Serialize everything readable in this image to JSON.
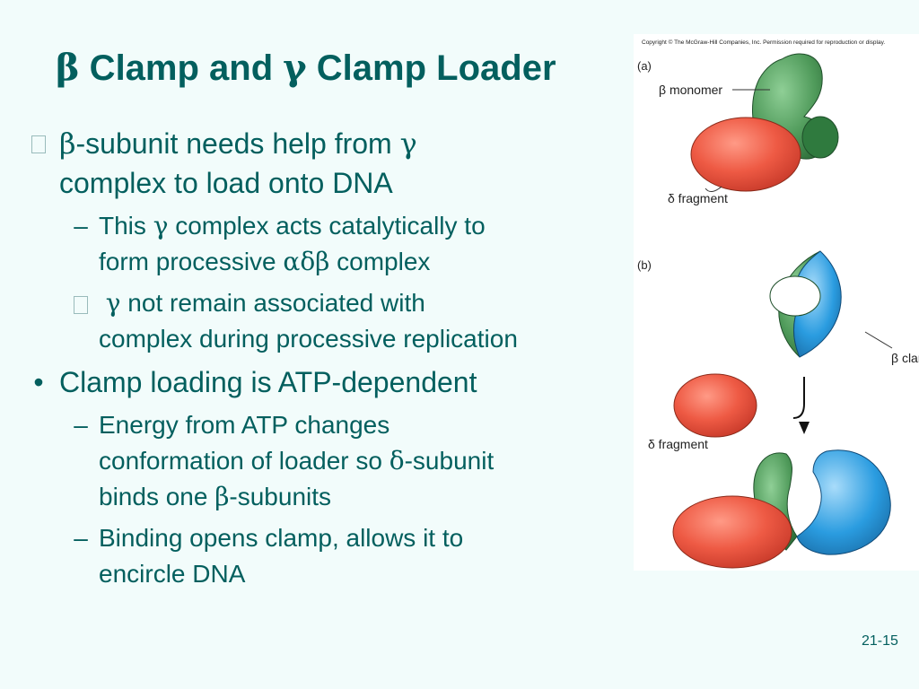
{
  "title": {
    "greek1": "β",
    "part1": " Clamp and ",
    "greek2": "γ",
    "part2": " Clamp Loader"
  },
  "bullets": [
    {
      "level": 1,
      "marker": "",
      "lines": [
        [
          {
            "g": "β"
          },
          {
            "t": "-subunit needs help from "
          },
          {
            "g": "γ"
          }
        ],
        [
          {
            "t": "complex to load onto DNA"
          }
        ]
      ]
    },
    {
      "level": 2,
      "marker": "–",
      "lines": [
        [
          {
            "t": "This "
          },
          {
            "g": "γ"
          },
          {
            "t": " complex acts catalytically to"
          }
        ],
        [
          {
            "t": "form processive "
          },
          {
            "g": "αδβ"
          },
          {
            "t": " complex"
          }
        ]
      ]
    },
    {
      "level": 2,
      "marker": "",
      "lines": [
        [
          {
            "t": " "
          },
          {
            "g": "γ"
          },
          {
            "t": " not remain associated with"
          }
        ],
        [
          {
            "t": "complex during processive replication"
          }
        ]
      ]
    },
    {
      "level": 1,
      "marker": "•",
      "lines": [
        [
          {
            "t": "Clamp loading is ATP-dependent"
          }
        ]
      ]
    },
    {
      "level": 2,
      "marker": "–",
      "lines": [
        [
          {
            "t": "Energy from ATP changes"
          }
        ],
        [
          {
            "t": "conformation of loader so "
          },
          {
            "g": "δ"
          },
          {
            "t": "-subunit"
          }
        ],
        [
          {
            "t": "binds one "
          },
          {
            "g": "β"
          },
          {
            "t": "-subunits"
          }
        ]
      ]
    },
    {
      "level": 2,
      "marker": "–",
      "lines": [
        [
          {
            "t": "Binding opens clamp, allows it to"
          }
        ],
        [
          {
            "t": "encircle DNA"
          }
        ]
      ]
    }
  ],
  "figure": {
    "copyright": "Copyright © The McGraw-Hill Companies, Inc. Permission required for reproduction or display.",
    "label_a": "(a)",
    "label_b": "(b)",
    "beta_monomer": "β monomer",
    "delta_fragment_a": "δ fragment",
    "beta_clamp": "β clamp",
    "delta_fragment_b": "δ fragment",
    "colors": {
      "green": "#4f9a5a",
      "green_dark": "#2f7a3e",
      "blue": "#2a9ce0",
      "red": "#ea5a44"
    }
  },
  "page_number": "21-15"
}
